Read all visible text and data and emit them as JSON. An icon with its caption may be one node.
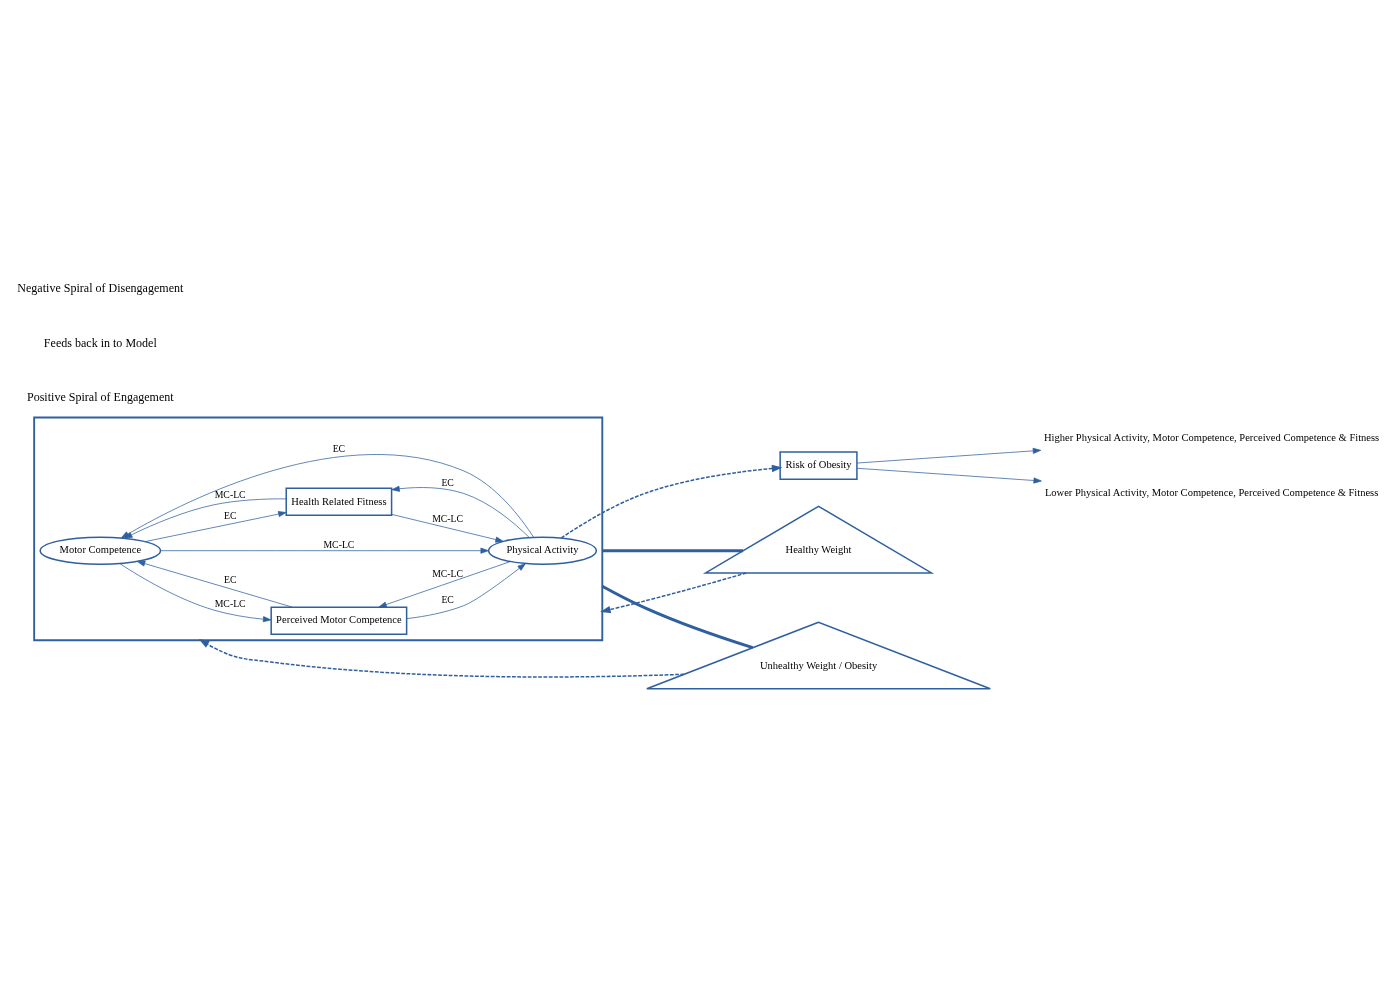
{
  "diagram": {
    "nodes": [
      {
        "text": [],
        "shape": "box"
      },
      {
        "text": [
          "Perceived Motor Competence"
        ],
        "in": 0
      },
      {
        "text": [
          "Motor Competence"
        ],
        "in": 0
      },
      {
        "text": [
          "Physical Activity"
        ],
        "in": 0
      },
      {
        "text": [
          "Health Related Fitness"
        ],
        "in": 0
      },
      {
        "text": [
          "Risk of Obesity"
        ]
      },
      {
        "text": [
          "Healthy Weight"
        ]
      },
      {
        "text": [
          "Unhealthy Weight / Obesity"
        ]
      },
      {
        "text": [
          "Higher Physical Activity, Motor Competence, Perceived Competence & Fitness"
        ]
      },
      {
        "text": [
          "Lower Physical Activity, Motor Competence, Perceived Competence & Fitness"
        ]
      }
    ],
    "edges": [
      {
        "from": 2,
        "to": 1,
        "arrow": "to",
        "label": "MC-LC"
      },
      {
        "from": 1,
        "to": 2,
        "arrow": "to",
        "label": "EC"
      },
      {
        "from": 3,
        "to": 1,
        "arrow": "to",
        "label": "MC-LC"
      },
      {
        "from": 1,
        "to": 3,
        "arrow": "to",
        "label": "EC"
      },
      {
        "from": 3,
        "to": 2,
        "arrow": "to",
        "label": "EC"
      },
      {
        "from": 2,
        "to": 3,
        "arrow": "to",
        "label": "MC-LC"
      },
      {
        "from": 2,
        "to": 4,
        "arrow": "to",
        "label": "EC"
      },
      {
        "from": 4,
        "to": 2,
        "arrow": "to",
        "label": "MC-LC"
      },
      {
        "from": 3,
        "to": 4,
        "arrow": "to",
        "label": "EC"
      },
      {
        "from": 4,
        "to": 3,
        "arrow": "to",
        "label": "MC-LC"
      },
      {
        "from": 3,
        "to": 5,
        "arrow": "to",
        "style": "dashed"
      },
      {
        "from": 5,
        "to": 8,
        "arrow": "to"
      },
      {
        "from": 5,
        "to": 9,
        "arrow": "to"
      },
      {
        "from": 0,
        "to": 6,
        "arrow": "none",
        "style": "thick"
      },
      {
        "from": 0,
        "to": 7,
        "arrow": "none",
        "style": "thick"
      },
      {
        "from": 6,
        "to": 0,
        "arrow": "to",
        "style": "dashed"
      },
      {
        "from": 7,
        "to": 0,
        "arrow": "to",
        "style": "dashed"
      }
    ],
    "labels": [
      "Positive Spiral of Engagement",
      "Feeds back in to Model",
      "Negative Spiral of Disengagement"
    ]
  }
}
